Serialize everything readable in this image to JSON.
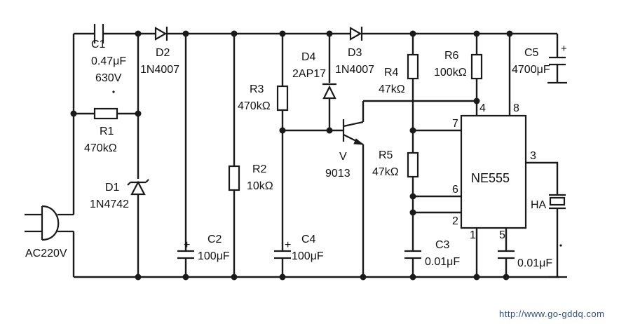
{
  "components": {
    "C1": {
      "ref": "C1",
      "value": "0.47μF",
      "rating": "630V"
    },
    "D2": {
      "ref": "D2",
      "part": "1N4007"
    },
    "R1": {
      "ref": "R1",
      "value": "470kΩ"
    },
    "D1": {
      "ref": "D1",
      "part": "1N4742"
    },
    "C2": {
      "ref": "C2",
      "value": "100μF"
    },
    "R2": {
      "ref": "R2",
      "value": "10kΩ"
    },
    "R3": {
      "ref": "R3",
      "value": "470kΩ"
    },
    "C4": {
      "ref": "C4",
      "value": "100μF"
    },
    "D4": {
      "ref": "D4",
      "part": "2AP17"
    },
    "D3": {
      "ref": "D3",
      "part": "1N4007"
    },
    "V": {
      "ref": "V",
      "part": "9013"
    },
    "R4": {
      "ref": "R4",
      "value": "47kΩ"
    },
    "R5": {
      "ref": "R5",
      "value": "47kΩ"
    },
    "R6": {
      "ref": "R6",
      "value": "100kΩ"
    },
    "C3": {
      "ref": "C3",
      "value": "0.01μF"
    },
    "C5": {
      "ref": "C5",
      "value": "4700μF"
    },
    "C6": {
      "value": "0.01μF"
    },
    "HA": {
      "ref": "HA"
    },
    "IC": {
      "part": "NE555",
      "pins": {
        "p1": "1",
        "p2": "2",
        "p3": "3",
        "p4": "4",
        "p5": "5",
        "p6": "6",
        "p7": "7",
        "p8": "8"
      }
    }
  },
  "source": {
    "label": "AC220V"
  },
  "polarity": {
    "plus": "+"
  },
  "watermark": "http://www.go-gddq.com"
}
